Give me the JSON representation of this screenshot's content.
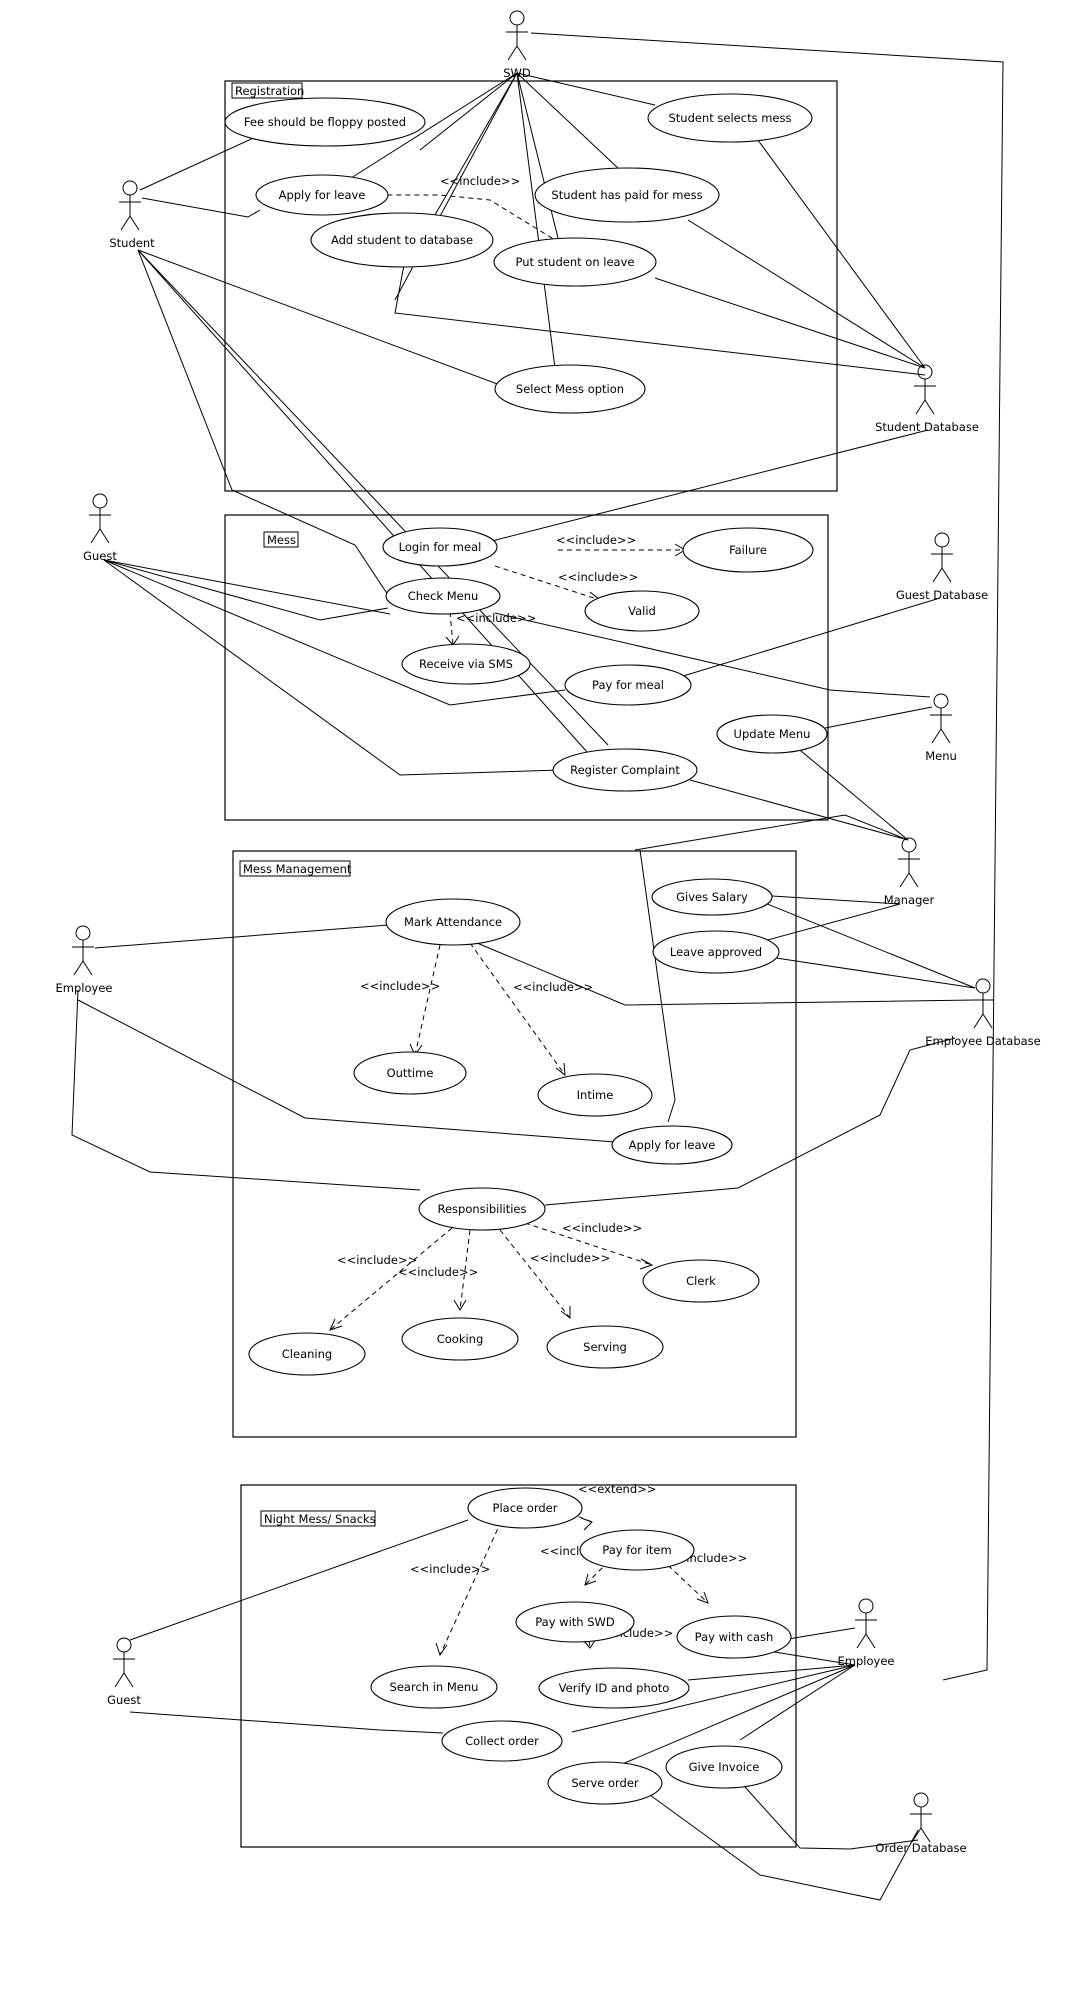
{
  "packages": {
    "registration": "Registration",
    "mess": "Mess",
    "mess_management": "Mess Management",
    "night_mess": "Night Mess/ Snacks"
  },
  "actors": {
    "swd": "SWD",
    "student": "Student",
    "student_database": "Student Database",
    "guest_top": "Guest",
    "guest_database": "Guest Database",
    "menu": "Menu",
    "manager": "Manager",
    "employee_left": "Employee",
    "employee_database": "Employee Database",
    "guest_bottom": "Guest",
    "employee_right": "Employee",
    "order_database": "Order Database"
  },
  "usecases": {
    "fee_floppy": "Fee should be floppy posted",
    "student_selects_mess": "Student selects mess",
    "apply_leave_reg": "Apply for leave",
    "student_paid_mess": "Student has paid for mess",
    "add_student_db": "Add student to database",
    "put_student_leave": "Put student on leave",
    "select_mess_option": "Select Mess option",
    "login_meal": "Login for meal",
    "failure": "Failure",
    "valid": "Valid",
    "check_menu": "Check Menu",
    "receive_sms": "Receive via SMS",
    "pay_meal": "Pay for meal",
    "update_menu": "Update Menu",
    "register_complaint": "Register Complaint",
    "gives_salary": "Gives Salary",
    "leave_approved": "Leave approved",
    "mark_attendance": "Mark Attendance",
    "outtime": "Outtime",
    "intime": "Intime",
    "apply_leave_emp": "Apply for leave",
    "responsibilities": "Responsibilities",
    "clerk": "Clerk",
    "cleaning": "Cleaning",
    "cooking": "Cooking",
    "serving": "Serving",
    "place_order": "Place order",
    "pay_item": "Pay for item",
    "pay_swd": "Pay with SWD",
    "pay_cash": "Pay with cash",
    "search_menu": "Search in Menu",
    "verify_id": "Verify ID and photo",
    "collect_order": "Collect order",
    "serve_order": "Serve  order",
    "give_invoice": "Give Invoice"
  },
  "stereotypes": {
    "include": "<<include>>",
    "extend": "<<extend>>"
  }
}
